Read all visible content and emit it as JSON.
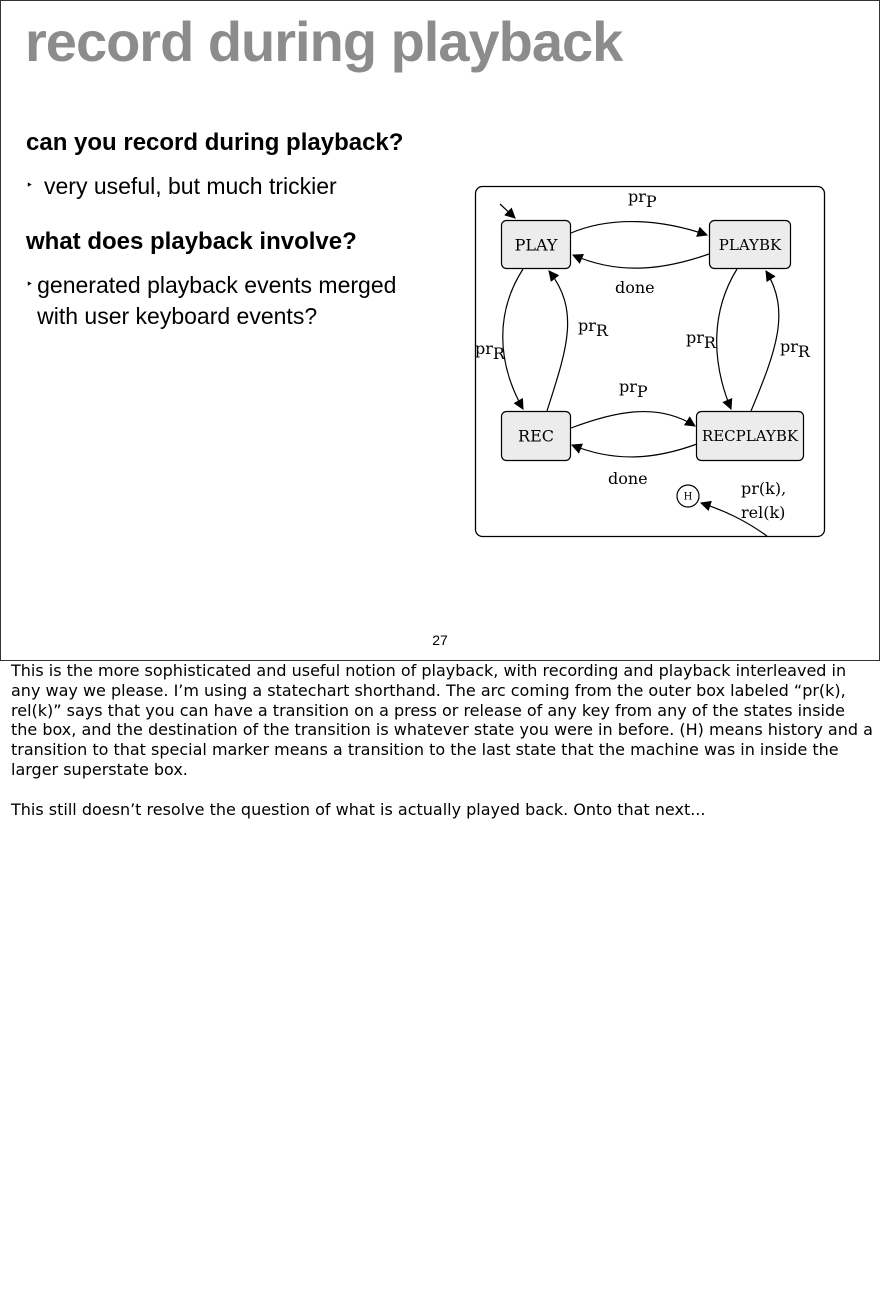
{
  "slide": {
    "title": "record during playback",
    "question_1": "can you record during playback?",
    "bullet_1": "very useful, but much trickier",
    "question_2": "what does playback involve?",
    "bullet_2": "generated playback events merged with user keyboard events?",
    "bullet_marker": "‣",
    "page_number": "27"
  },
  "diagram": {
    "states": {
      "play": "PLAY",
      "playbk": "PLAYBK",
      "rec": "REC",
      "recplaybk": "RECPLAYBK",
      "history": "H"
    },
    "labels": {
      "pr": "pr",
      "sub_p": "P",
      "sub_r": "R",
      "done_top": "done",
      "done_bottom": "done",
      "outer_arc_line1": "pr(k),",
      "outer_arc_line2": "rel(k)"
    }
  },
  "notes": {
    "paragraph_1": "This is the more sophisticated and useful notion of playback, with recording and playback interleaved in any way we please. I’m using a statechart shorthand. The arc coming from the outer box labeled “pr(k), rel(k)” says that you can have a transition on a press or release of any key from any of the states inside the box, and the destination of the transition is whatever state you were in before. (H) means history and a transition to that special marker means a transition to the last state that the machine was in inside the larger superstate box.",
    "paragraph_2": "This still doesn’t resolve the question of what is actually played back. Onto that next..."
  }
}
